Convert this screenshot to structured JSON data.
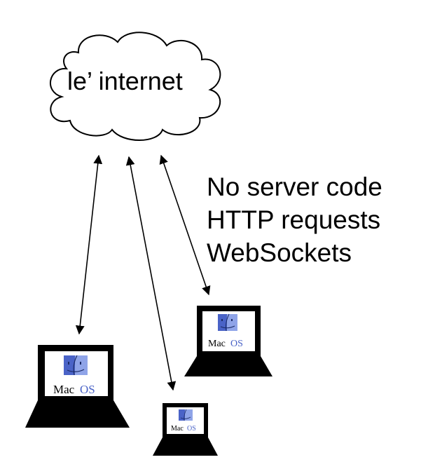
{
  "cloud": {
    "label": "le’ internet"
  },
  "notes": {
    "lines": [
      "No server code",
      "HTTP requests",
      "WebSockets"
    ]
  },
  "laptops": [
    {
      "logo_prefix": "Mac",
      "logo_suffix": "OS"
    },
    {
      "logo_prefix": "Mac",
      "logo_suffix": "OS"
    },
    {
      "logo_prefix": "Mac",
      "logo_suffix": "OS"
    }
  ],
  "colors": {
    "stroke": "#000000",
    "laptop_body": "#000000",
    "screen": "#ffffff",
    "logo_blue": "#4a63c7",
    "logo_light": "#8fa4e8"
  }
}
